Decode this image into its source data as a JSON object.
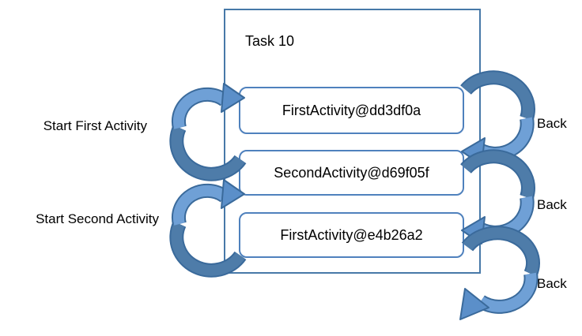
{
  "diagram": {
    "title": "Task 10",
    "activities": [
      "FirstActivity@dd3df0a",
      "SecondActivity@d69f05f",
      "FirstActivity@e4b26a2"
    ],
    "left_arrow_labels": [
      "Start First Activity",
      "Start Second Activity"
    ],
    "back_labels": [
      "Back",
      "Back",
      "Back"
    ],
    "colors": {
      "background": "#FFFFFF",
      "text": "#000000",
      "outer_border": "#4779A8",
      "box_border": "#4F81BD",
      "arrow_dark": "#4E7CA9",
      "arrow_light": "#6FA0D6",
      "arrow_head": "#5B8FC9",
      "arrow_outline": "#3A6A9B"
    }
  }
}
